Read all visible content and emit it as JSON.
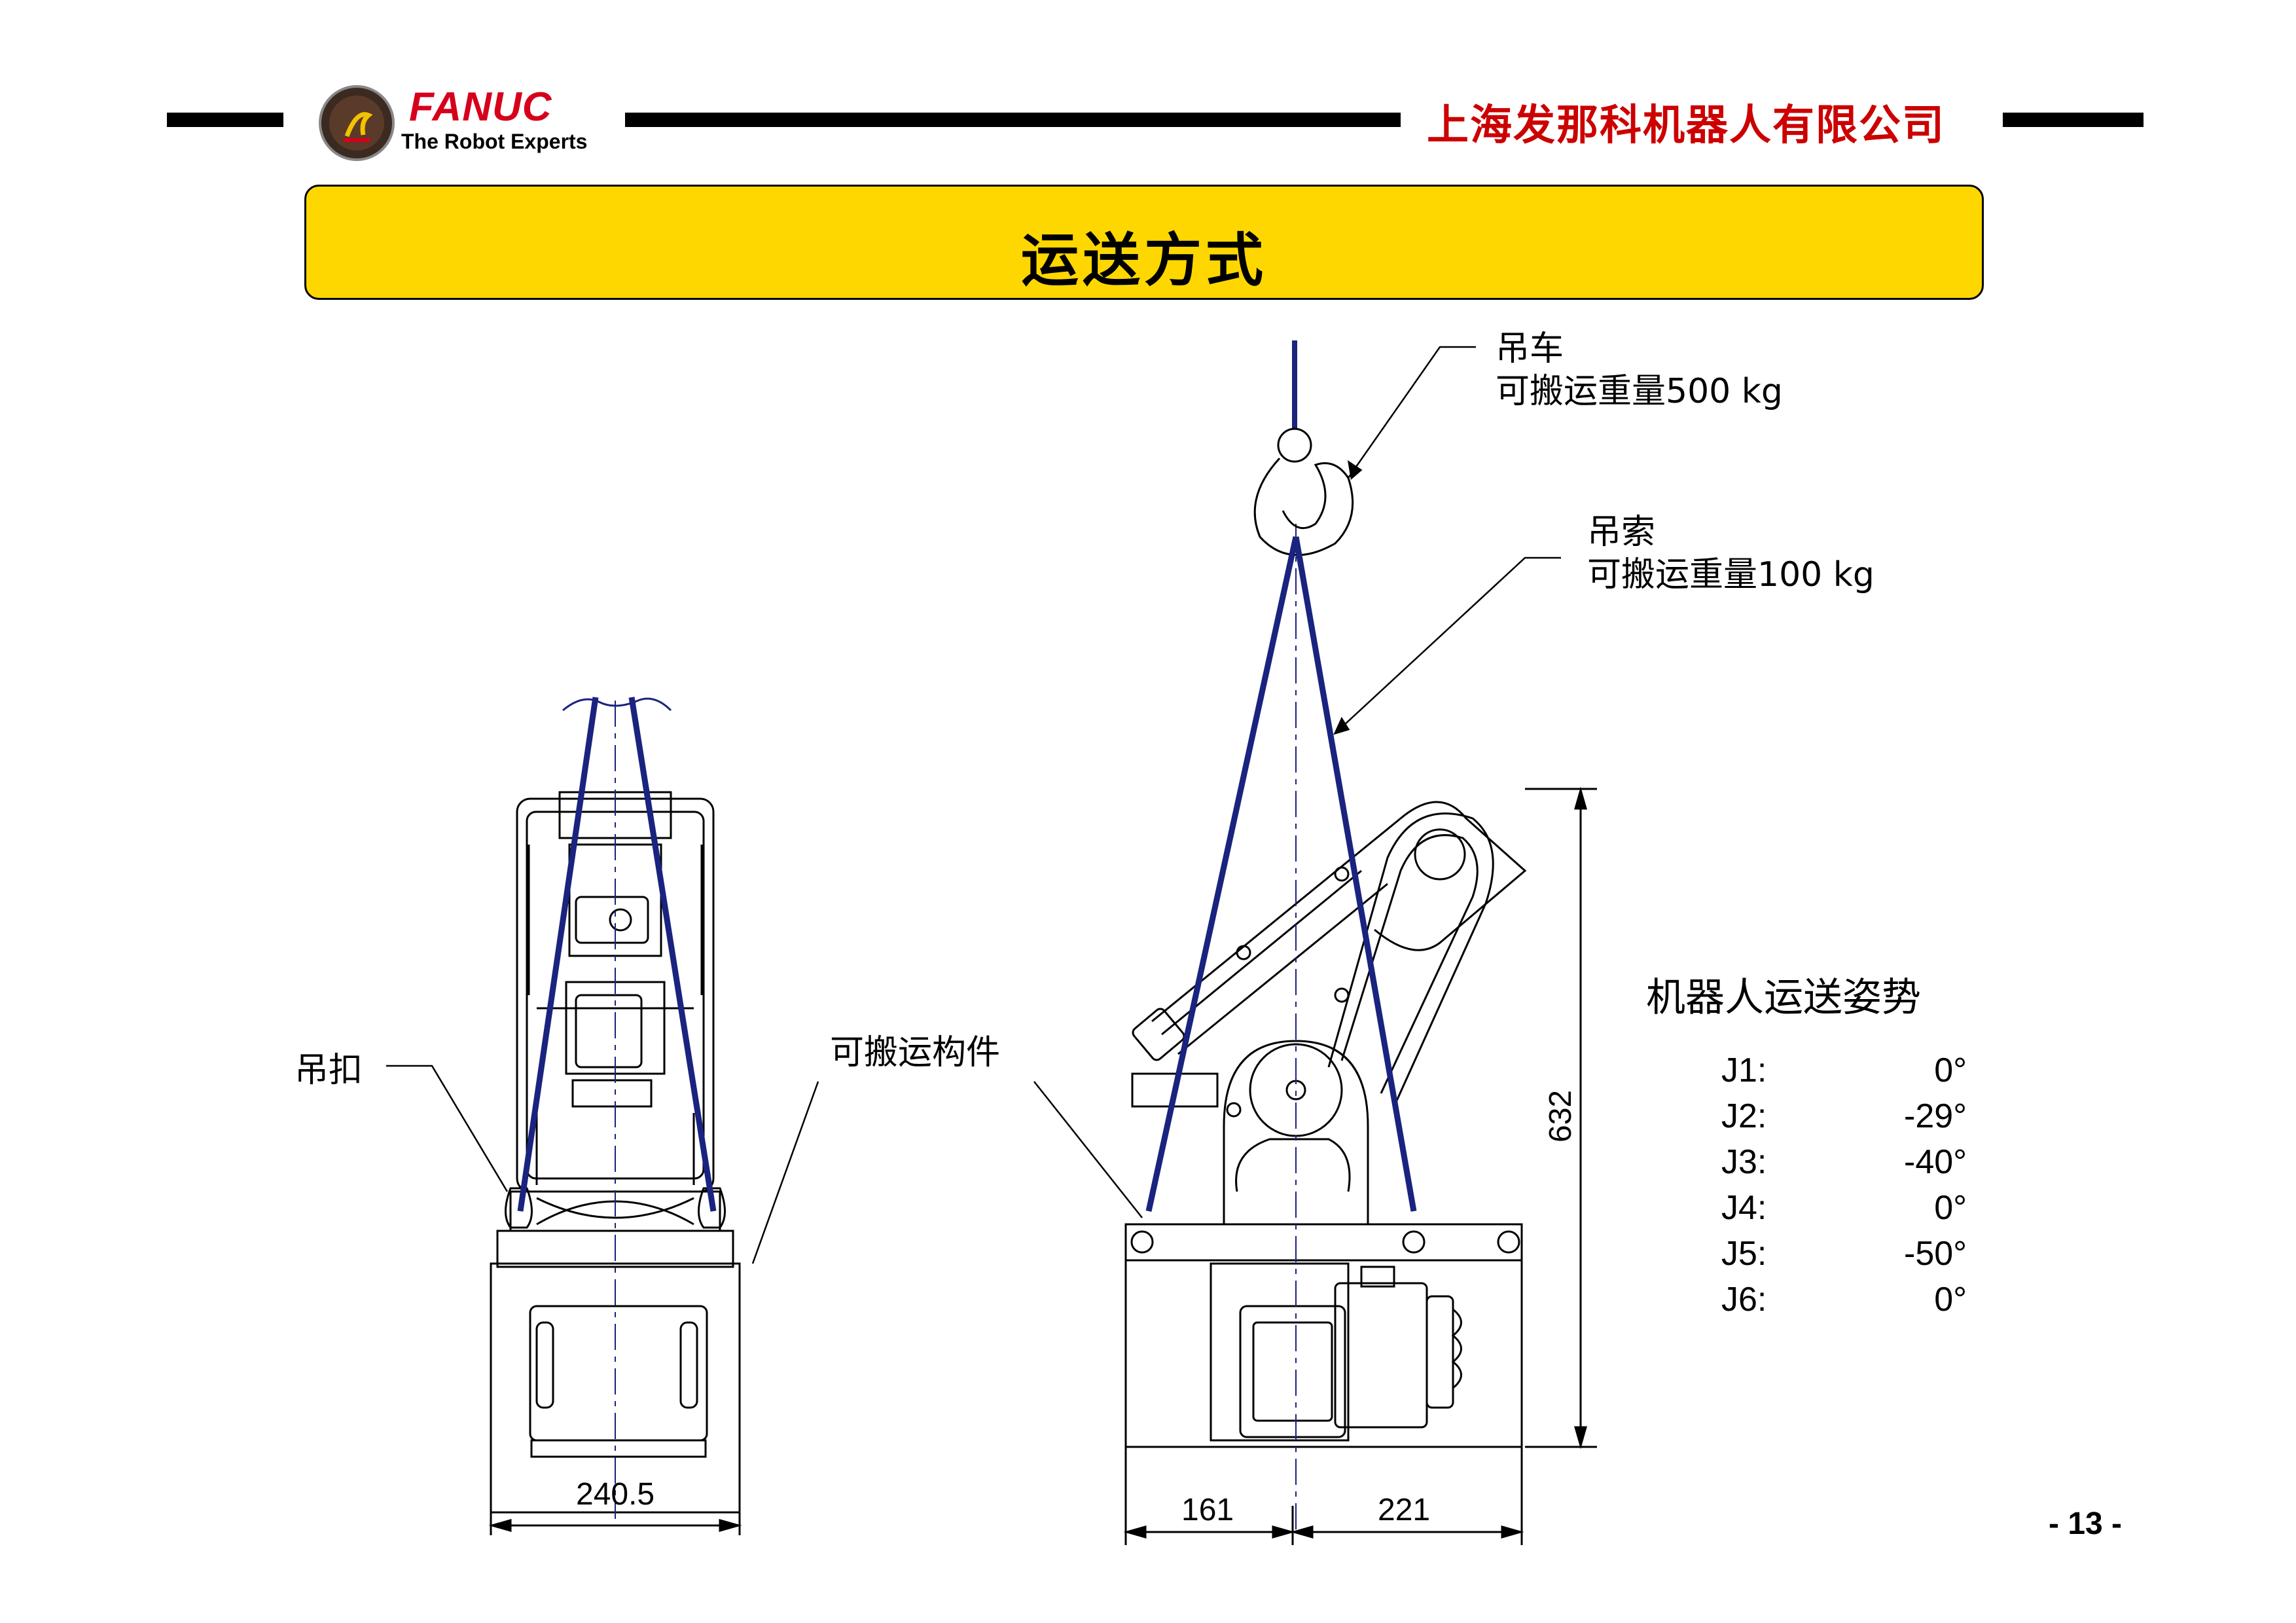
{
  "header": {
    "brand": "FANUC",
    "tagline": "The Robot Experts",
    "company": "上海发那科机器人有限公司"
  },
  "title": "运送方式",
  "labels": {
    "crane": "吊车",
    "crane_capacity": "可搬运重量500 kg",
    "sling": "吊索",
    "sling_capacity": "可搬运重量100 kg",
    "shackle": "吊扣",
    "lifting_part": "可搬运构件"
  },
  "dimensions": {
    "front_width": "240.5",
    "side_left": "161",
    "side_right": "221",
    "height": "632"
  },
  "pose": {
    "title": "机器人运送姿势",
    "joints": [
      {
        "name": "J1:",
        "value": "0°"
      },
      {
        "name": "J2:",
        "value": "-29°"
      },
      {
        "name": "J3:",
        "value": "-40°"
      },
      {
        "name": "J4:",
        "value": "0°"
      },
      {
        "name": "J5:",
        "value": "-50°"
      },
      {
        "name": "J6:",
        "value": "0°"
      }
    ]
  },
  "page_number": "- 13 -",
  "colors": {
    "brand_red": "#cc0000",
    "title_yellow": "#ffd700",
    "sling_blue": "#1a237e"
  }
}
